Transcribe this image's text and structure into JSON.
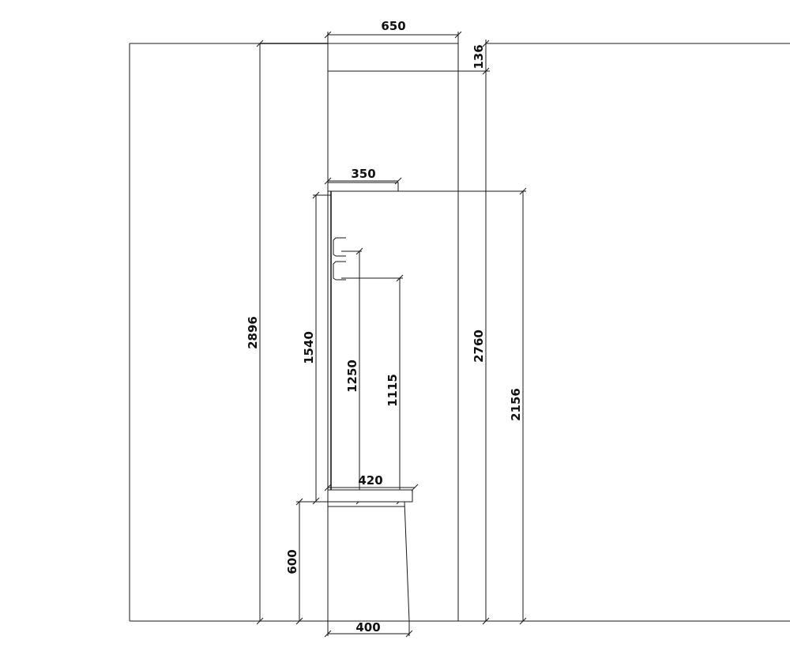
{
  "dimensions": {
    "top_width": "650",
    "top_height": "136",
    "shelf_width": "350",
    "left_height_total": "2896",
    "panel_height": "1540",
    "hook_height_upper": "1250",
    "hook_height_lower": "1115",
    "cabinet_height": "2760",
    "shelf_height": "2156",
    "bench_width": "420",
    "bench_height": "600",
    "bench_base_width": "400"
  }
}
